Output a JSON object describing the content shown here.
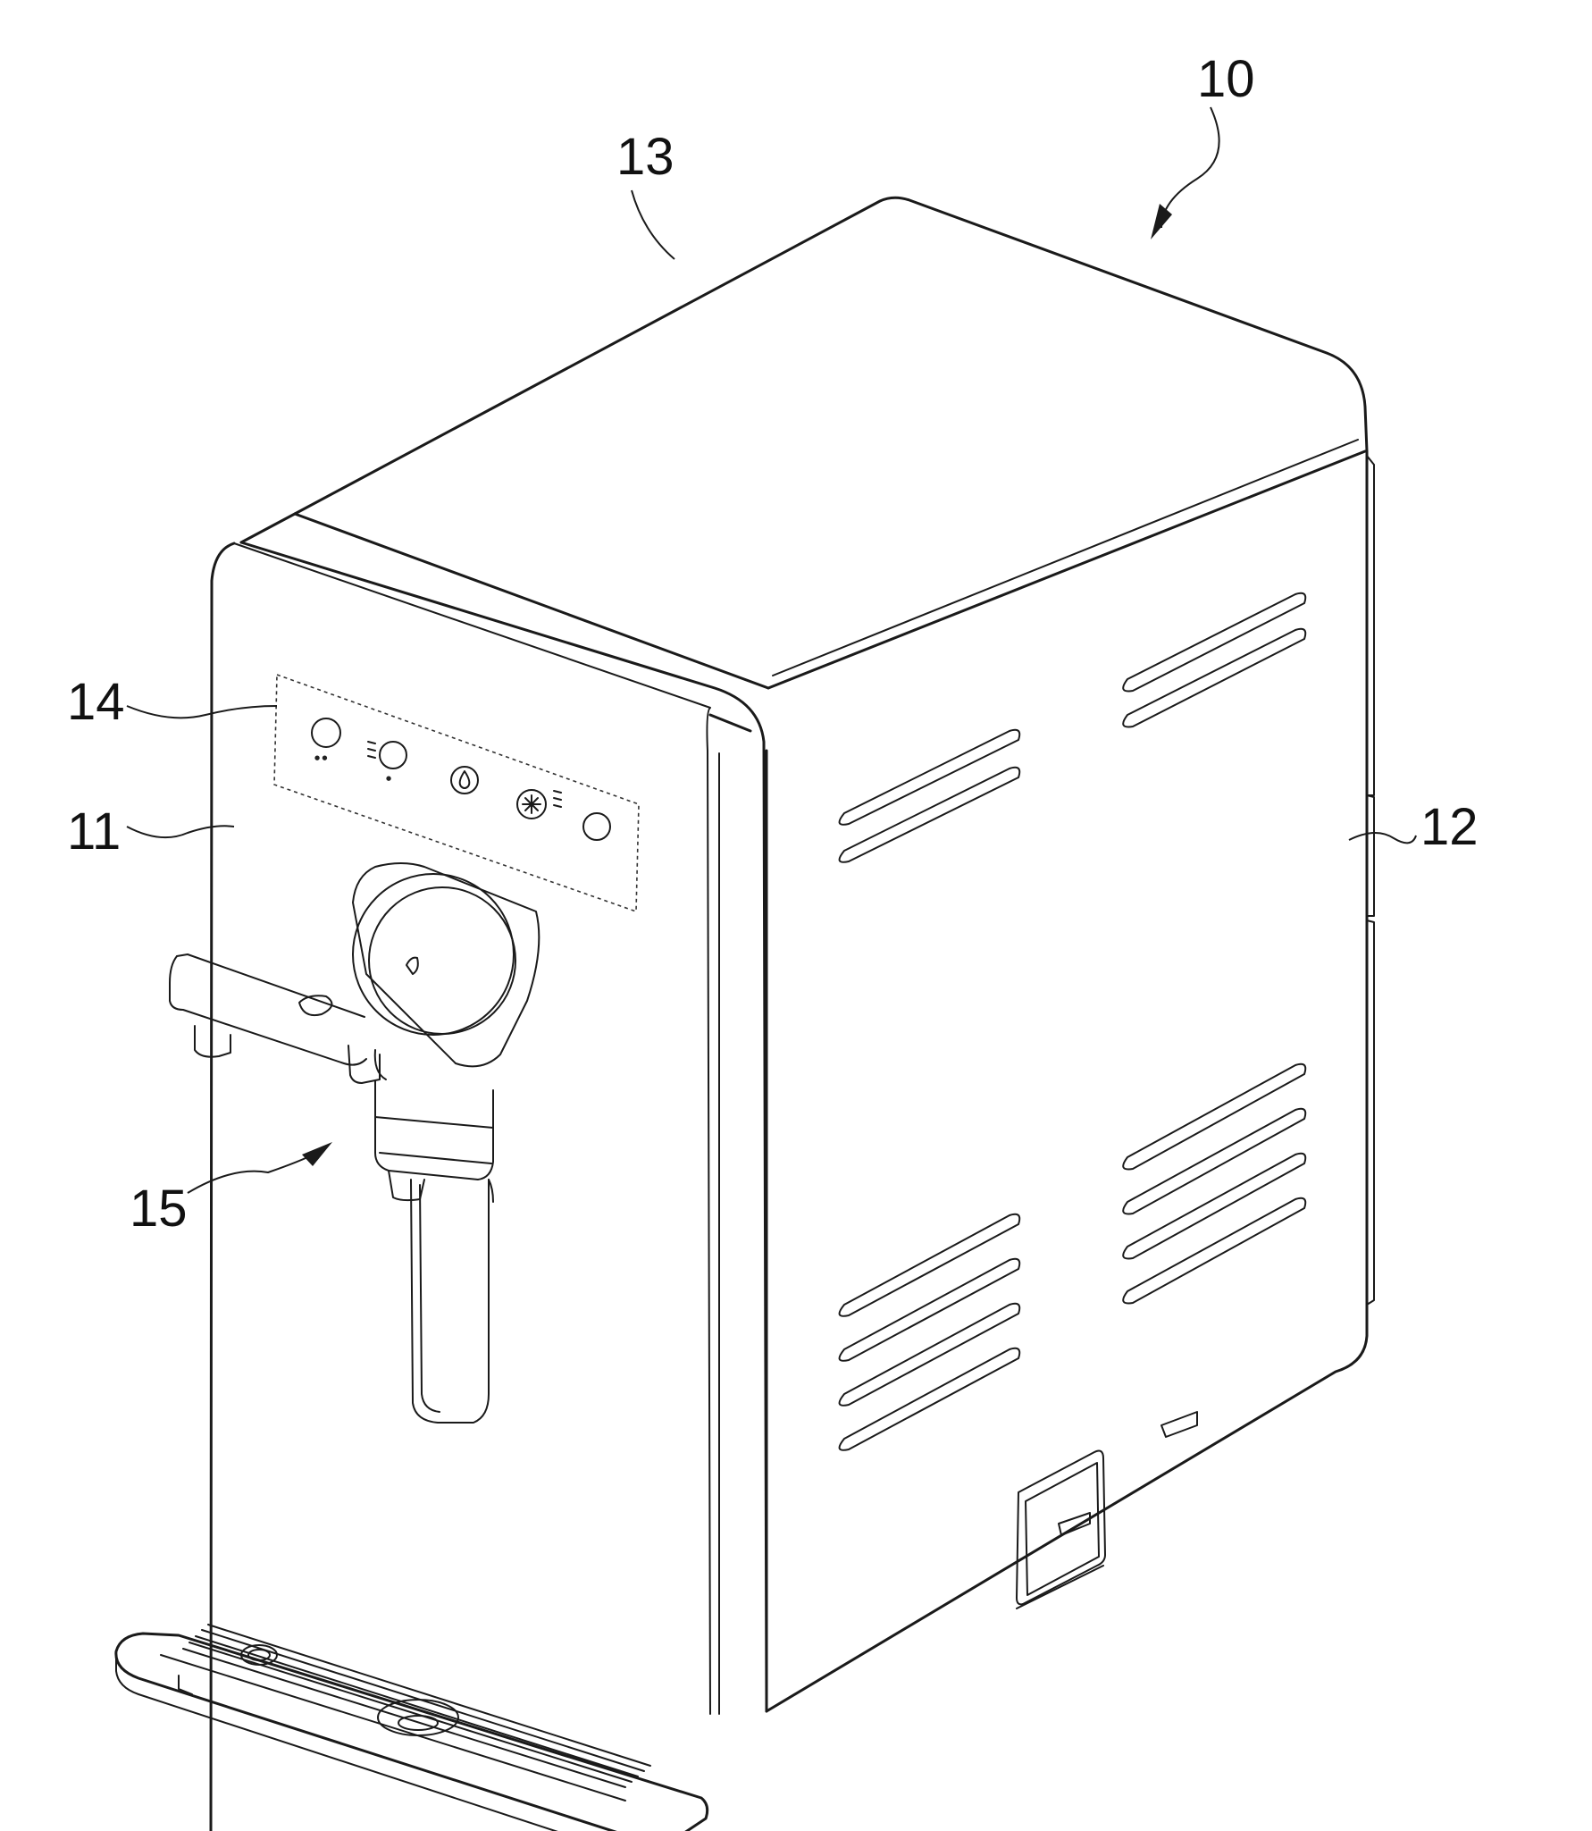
{
  "figure": {
    "reference_numerals": {
      "device": "10",
      "front_panel": "11",
      "side_panel": "12",
      "top_cover": "13",
      "control_panel": "14",
      "water_outlet": "15"
    }
  }
}
